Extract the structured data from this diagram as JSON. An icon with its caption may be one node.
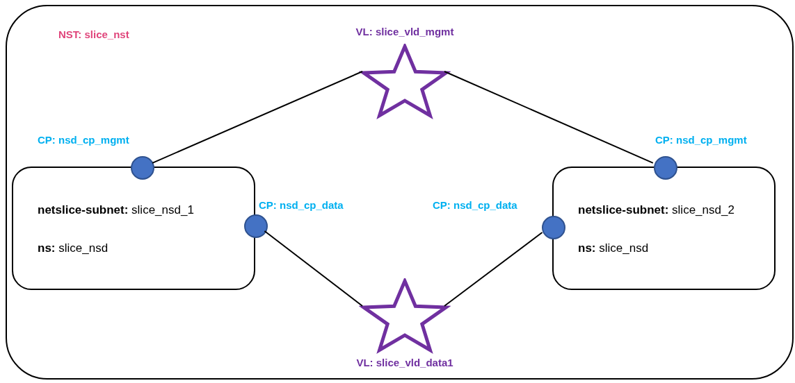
{
  "diagram": {
    "nodes": [
      {
        "text": [
          "NST: slice_nst"
        ]
      },
      {
        "text": [],
        "shape": "star",
        "beside": [
          "VL: slice_vld_mgmt"
        ],
        "in": 0
      },
      {
        "text": [
          "**netslice-subnet:** slice_nsd_1",
          "**ns:** slice_nsd"
        ],
        "in": 0
      },
      {
        "text": [
          "CP: nsd_cp_mgmt"
        ],
        "in": 0
      },
      {
        "text": [
          "CP: nsd_cp_data"
        ],
        "in": 0
      },
      {
        "text": [
          "**netslice-subnet:** slice_nsd_2",
          "**ns:** slice_nsd"
        ],
        "in": 0
      },
      {
        "text": [
          "CP: nsd_cp_mgmt"
        ],
        "in": 0
      },
      {
        "text": [
          "CP: nsd_cp_data"
        ],
        "in": 0
      },
      {
        "text": [],
        "shape": "star",
        "beside": [
          "VL: slice_vld_data1"
        ],
        "in": 0
      }
    ],
    "edges": [
      {
        "from": 3,
        "to": 1,
        "arrow": "none"
      },
      {
        "from": 1,
        "to": 6,
        "arrow": "none"
      },
      {
        "from": 4,
        "to": 8,
        "arrow": "none"
      },
      {
        "from": 8,
        "to": 7,
        "arrow": "none"
      }
    ]
  }
}
